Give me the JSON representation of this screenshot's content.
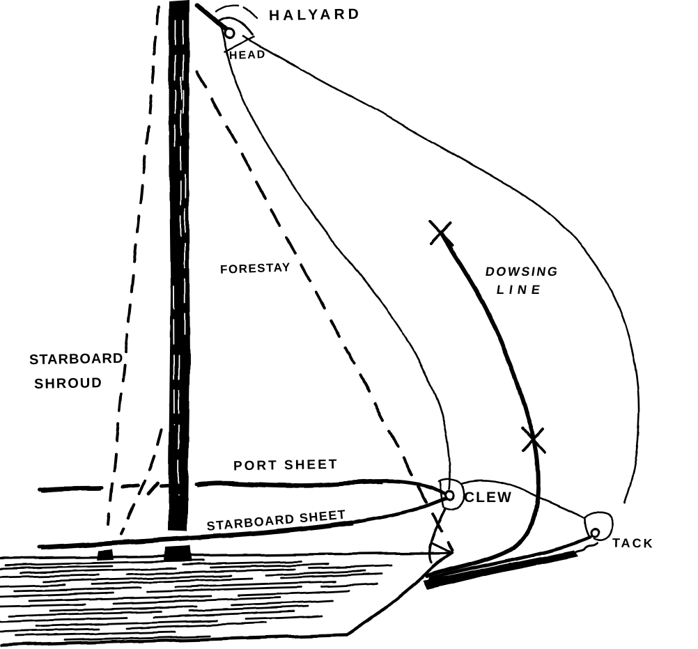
{
  "figure": {
    "ink_color": "#000000",
    "paper_color": "#ffffff"
  },
  "labels": {
    "halyard": "HALYARD",
    "head": "HEAD",
    "forestay": "FORESTAY",
    "starboard_shroud": {
      "line1": "STARBOARD",
      "line2": "SHROUD"
    },
    "port_sheet": "PORT SHEET",
    "starboard_sheet": "STARBOARD SHEET",
    "clew": "CLEW",
    "tack": "TACK",
    "dowsing_line": {
      "line1": "DOWSING",
      "line2": "LINE"
    }
  }
}
